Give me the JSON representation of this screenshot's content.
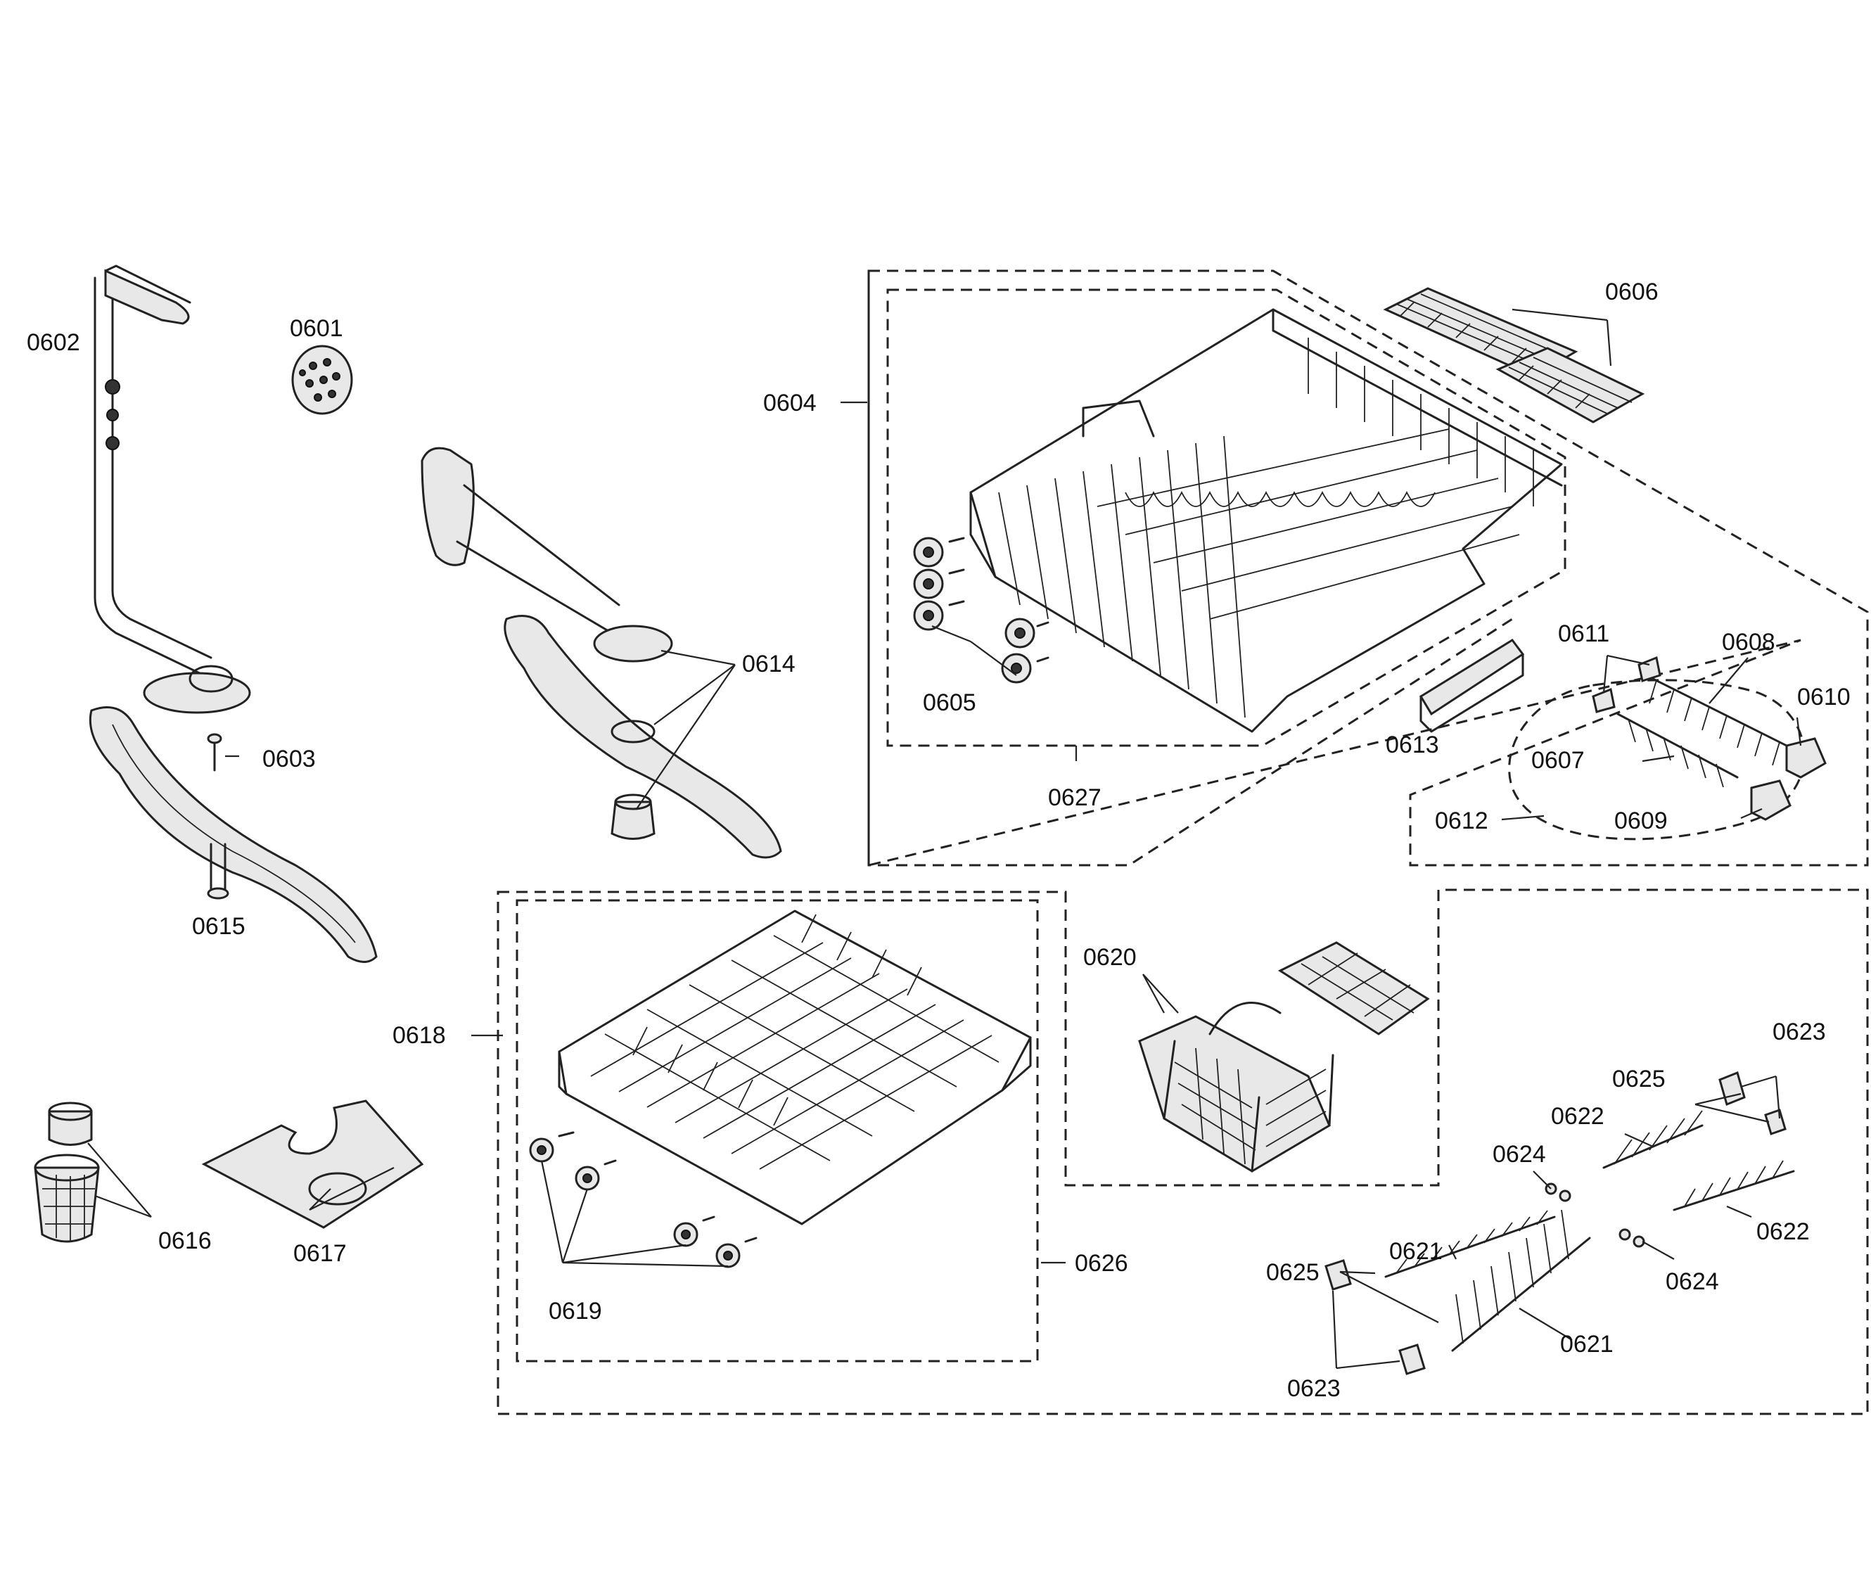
{
  "labels": {
    "p0601": "0601",
    "p0602": "0602",
    "p0603": "0603",
    "p0604": "0604",
    "p0605": "0605",
    "p0606": "0606",
    "p0607": "0607",
    "p0608": "0608",
    "p0609": "0609",
    "p0610": "0610",
    "p0611": "0611",
    "p0612": "0612",
    "p0613": "0613",
    "p0614": "0614",
    "p0615": "0615",
    "p0616": "0616",
    "p0617": "0617",
    "p0618": "0618",
    "p0619": "0619",
    "p0620": "0620",
    "p0621a": "0621",
    "p0621b": "0621",
    "p0622a": "0622",
    "p0622b": "0622",
    "p0623a": "0623",
    "p0623b": "0623",
    "p0624a": "0624",
    "p0624b": "0624",
    "p0625a": "0625",
    "p0625b": "0625",
    "p0626": "0626",
    "p0627": "0627"
  }
}
